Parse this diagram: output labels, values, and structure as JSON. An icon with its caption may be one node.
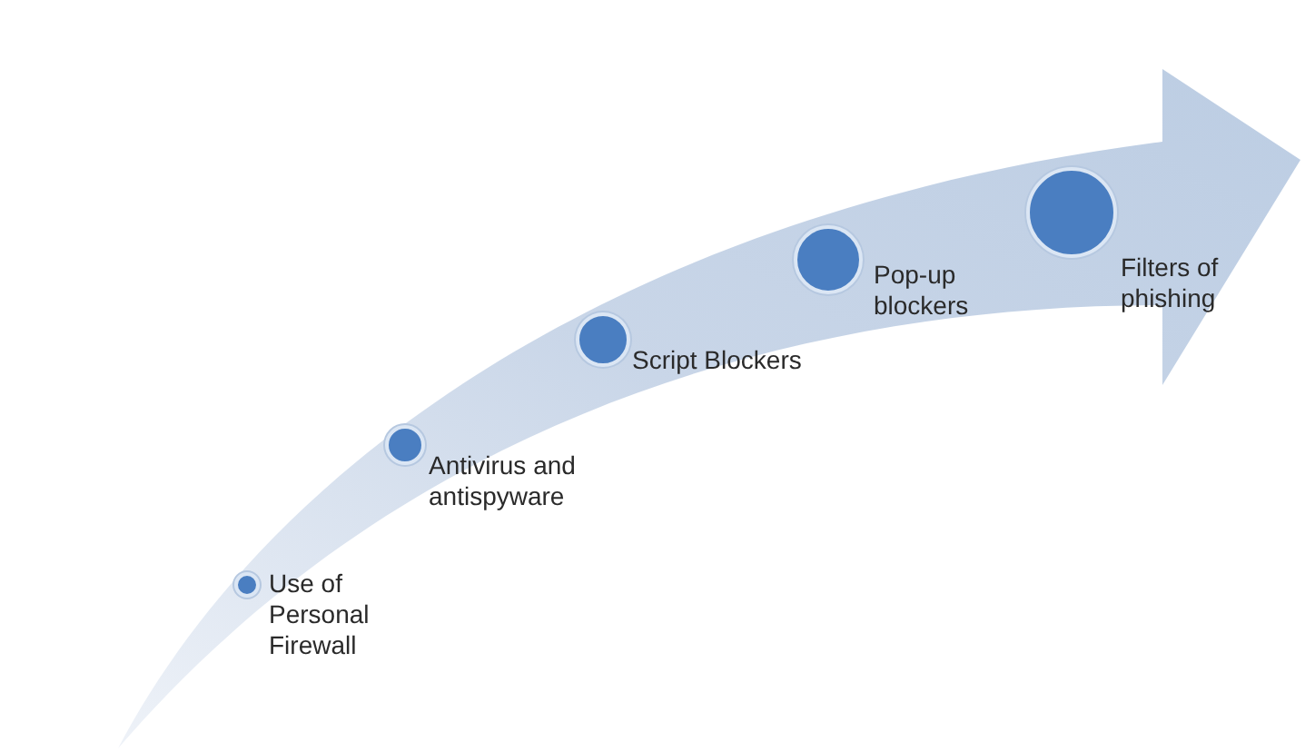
{
  "diagram": {
    "nodes": [
      {
        "text": [],
        "shape": "circle",
        "beside": [
          "Use of Personal Firewall"
        ]
      },
      {
        "text": [],
        "shape": "circle",
        "beside": [
          "Antivirus and antispyware"
        ]
      },
      {
        "text": [],
        "shape": "circle",
        "beside": [
          "Script Blockers"
        ]
      },
      {
        "text": [],
        "shape": "circle",
        "beside": [
          "Pop-up blockers"
        ]
      },
      {
        "text": [],
        "shape": "circle",
        "beside": [
          "Filters of phishing"
        ]
      }
    ]
  }
}
